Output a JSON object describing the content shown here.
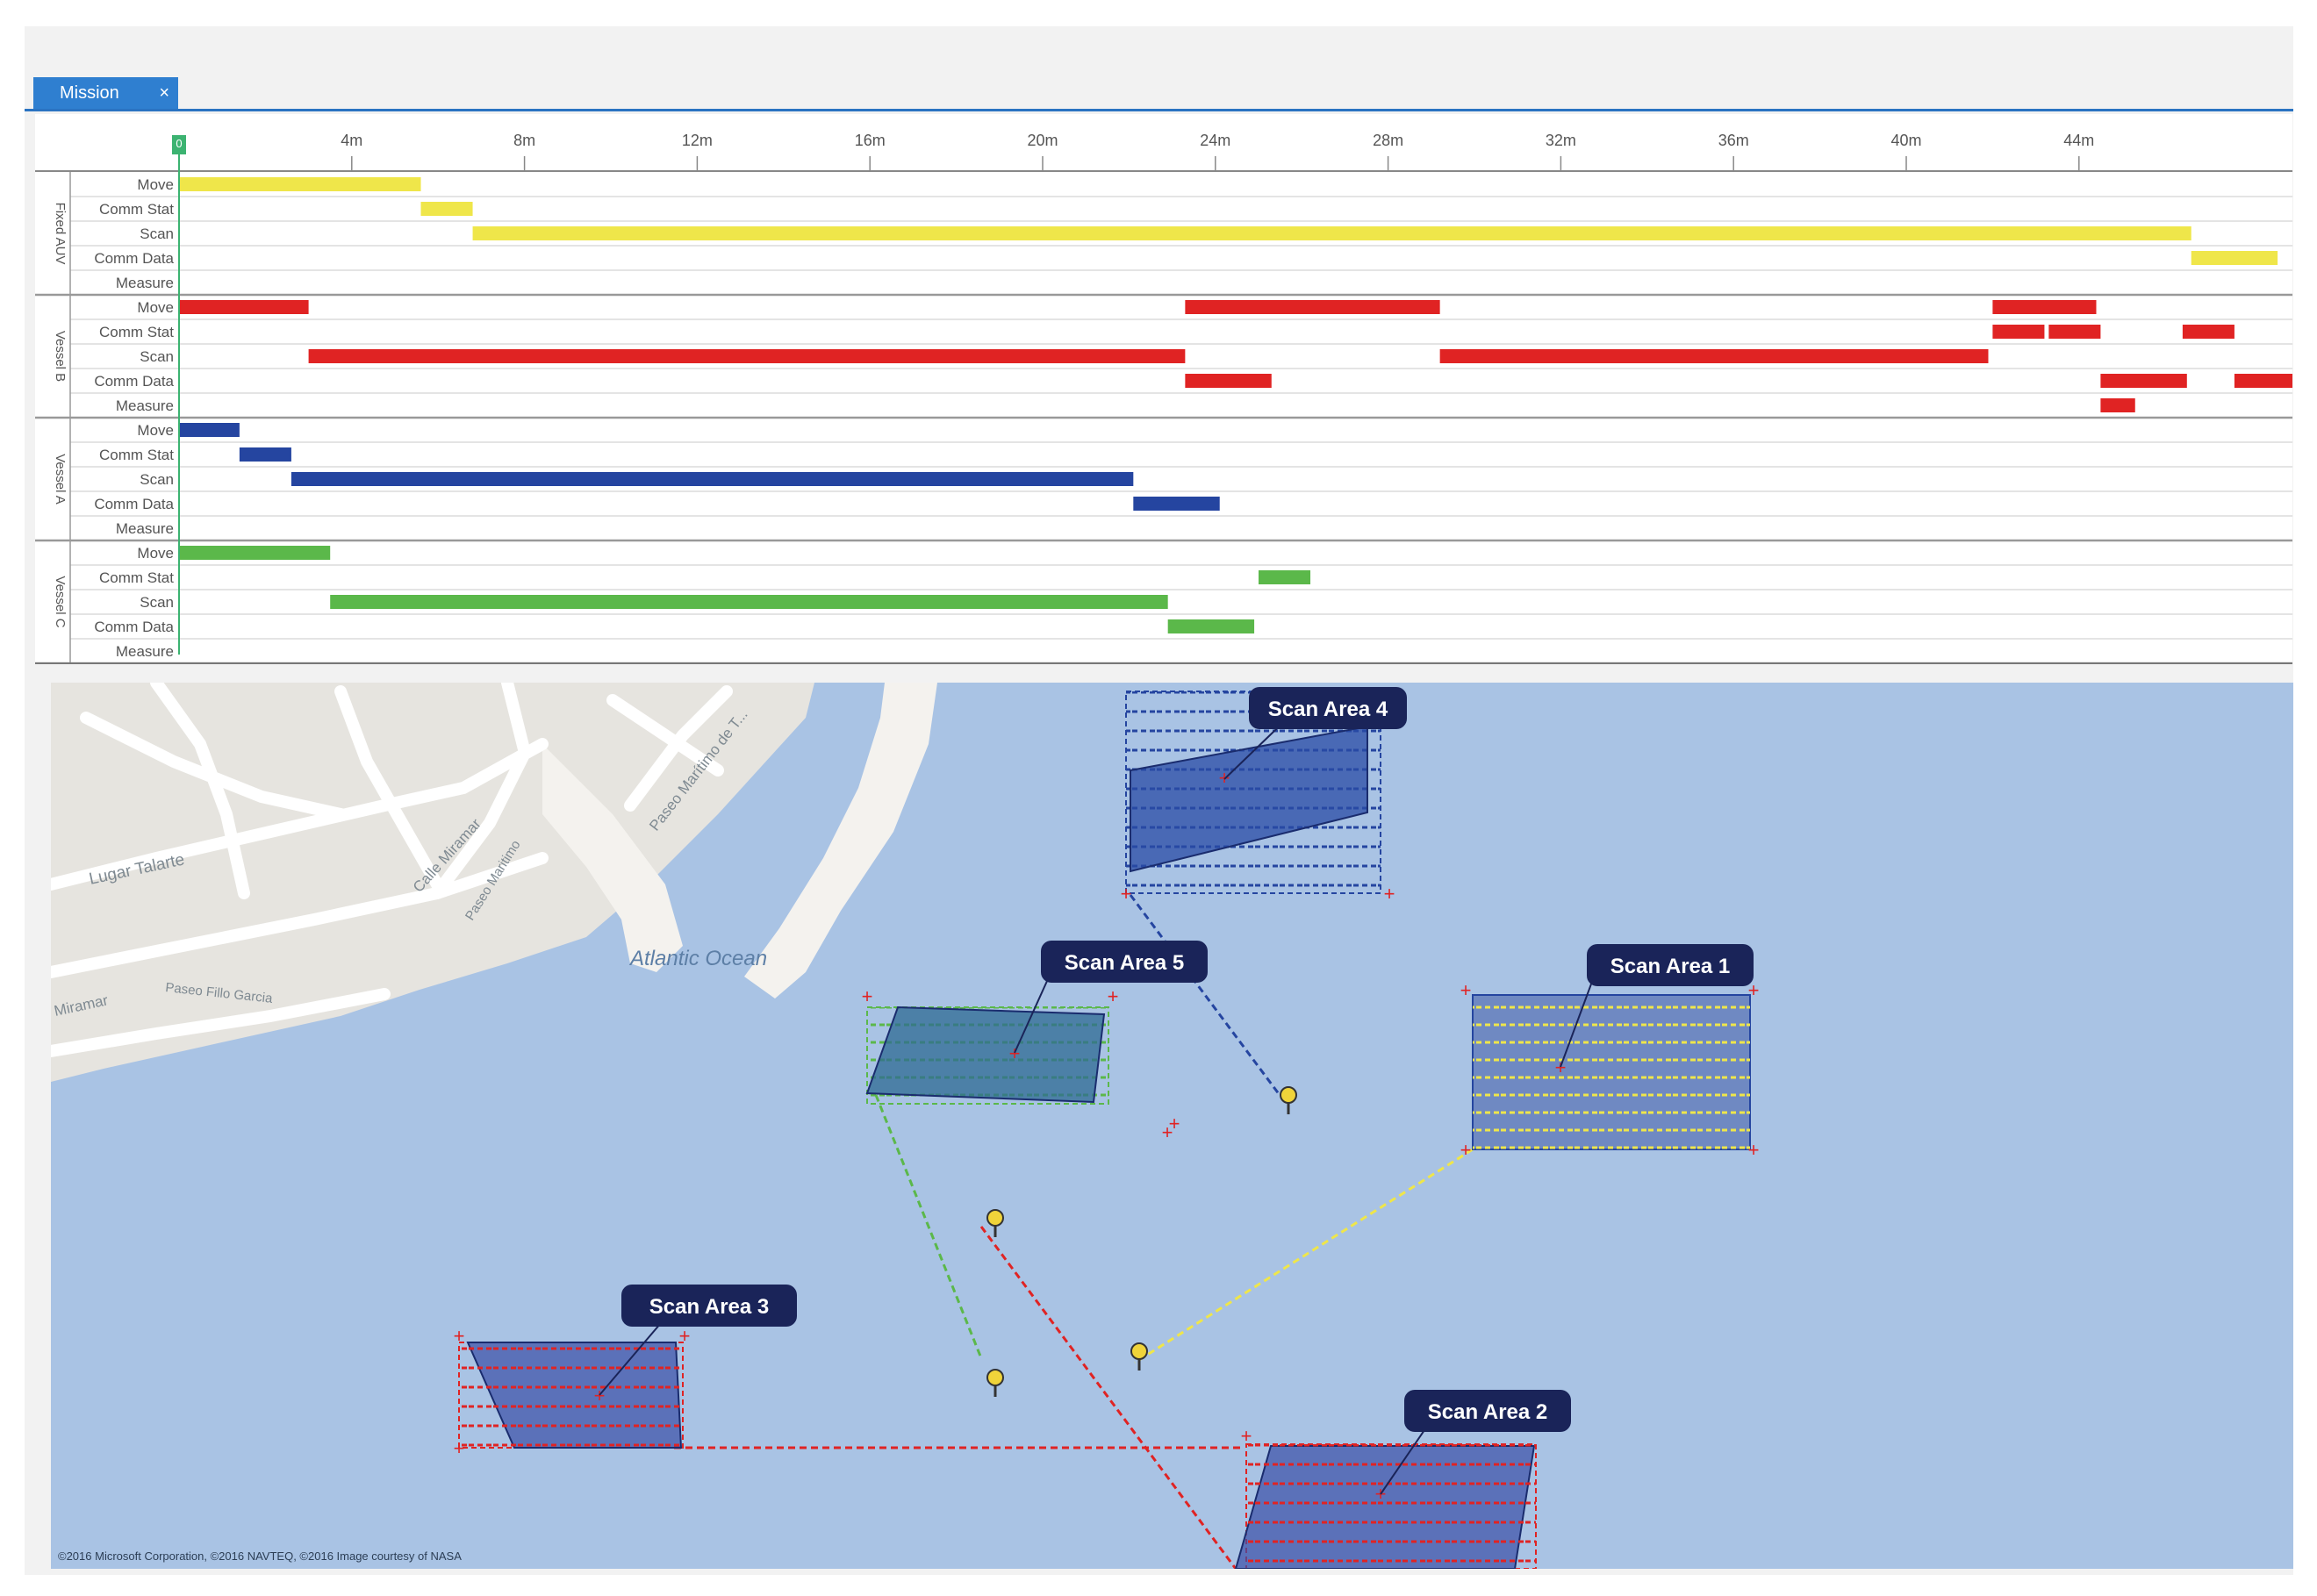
{
  "tab": {
    "label": "Mission",
    "close_glyph": "×"
  },
  "timeline": {
    "start_marker": "0",
    "ticks": [
      "4m",
      "8m",
      "12m",
      "16m",
      "20m",
      "24m",
      "28m",
      "32m",
      "36m",
      "40m",
      "44m"
    ],
    "groups": [
      {
        "name": "Fixed AUV",
        "color": "#efe64a",
        "rows": [
          {
            "label": "Move",
            "bars": [
              [
                0.0,
                5.6
              ]
            ]
          },
          {
            "label": "Comm Stat",
            "bars": [
              [
                5.6,
                6.8
              ]
            ]
          },
          {
            "label": "Scan",
            "bars": [
              [
                6.8,
                46.6
              ]
            ]
          },
          {
            "label": "Comm Data",
            "bars": [
              [
                46.6,
                48.6
              ]
            ]
          },
          {
            "label": "Measure",
            "bars": []
          }
        ]
      },
      {
        "name": "Vessel B",
        "color": "#e02323",
        "rows": [
          {
            "label": "Move",
            "bars": [
              [
                0.0,
                3.0
              ],
              [
                23.3,
                29.2
              ],
              [
                42.0,
                44.4
              ]
            ]
          },
          {
            "label": "Comm Stat",
            "bars": [
              [
                42.0,
                43.2
              ],
              [
                43.3,
                44.5
              ],
              [
                46.4,
                47.6
              ]
            ]
          },
          {
            "label": "Scan",
            "bars": [
              [
                3.0,
                23.3
              ],
              [
                29.2,
                41.9
              ]
            ]
          },
          {
            "label": "Comm Data",
            "bars": [
              [
                23.3,
                25.3
              ],
              [
                44.5,
                46.5
              ],
              [
                47.6,
                49.6
              ]
            ]
          },
          {
            "label": "Measure",
            "bars": [
              [
                44.5,
                45.3
              ]
            ]
          }
        ]
      },
      {
        "name": "Vessel A",
        "color": "#2545a0",
        "rows": [
          {
            "label": "Move",
            "bars": [
              [
                0.0,
                1.4
              ]
            ]
          },
          {
            "label": "Comm Stat",
            "bars": [
              [
                1.4,
                2.6
              ]
            ]
          },
          {
            "label": "Scan",
            "bars": [
              [
                2.6,
                22.1
              ]
            ]
          },
          {
            "label": "Comm Data",
            "bars": [
              [
                22.1,
                24.1
              ]
            ]
          },
          {
            "label": "Measure",
            "bars": []
          }
        ]
      },
      {
        "name": "Vessel C",
        "color": "#5bb84a",
        "rows": [
          {
            "label": "Move",
            "bars": [
              [
                0.0,
                3.5
              ]
            ]
          },
          {
            "label": "Comm Stat",
            "bars": [
              [
                25.0,
                26.2
              ]
            ]
          },
          {
            "label": "Scan",
            "bars": [
              [
                3.5,
                22.9
              ]
            ]
          },
          {
            "label": "Comm Data",
            "bars": [
              [
                22.9,
                24.9
              ]
            ]
          },
          {
            "label": "Measure",
            "bars": []
          }
        ]
      }
    ]
  },
  "map": {
    "ocean_label": "Atlantic Ocean",
    "street_labels": [
      "Lugar Talarte",
      "Calle Miramar",
      "Paseo Maritimo",
      "Paseo Marítimo de T...",
      "Miramar",
      "Paseo Fillo Garcia"
    ],
    "copyright": "©2016 Microsoft Corporation, ©2016 NAVTEQ, ©2016 Image courtesy of NASA",
    "scan_areas": [
      {
        "label": "Scan Area 4",
        "color": "#2545a0"
      },
      {
        "label": "Scan Area 5",
        "color": "#5bb84a"
      },
      {
        "label": "Scan Area 1",
        "color": "#efe64a"
      },
      {
        "label": "Scan Area 3",
        "color": "#e02323"
      },
      {
        "label": "Scan Area 2",
        "color": "#e02323"
      }
    ],
    "colors": {
      "ocean": "#a9c3e4",
      "land": "#e6e4df",
      "pier": "#f4f2ee",
      "label_bg": "#1a2459"
    }
  }
}
